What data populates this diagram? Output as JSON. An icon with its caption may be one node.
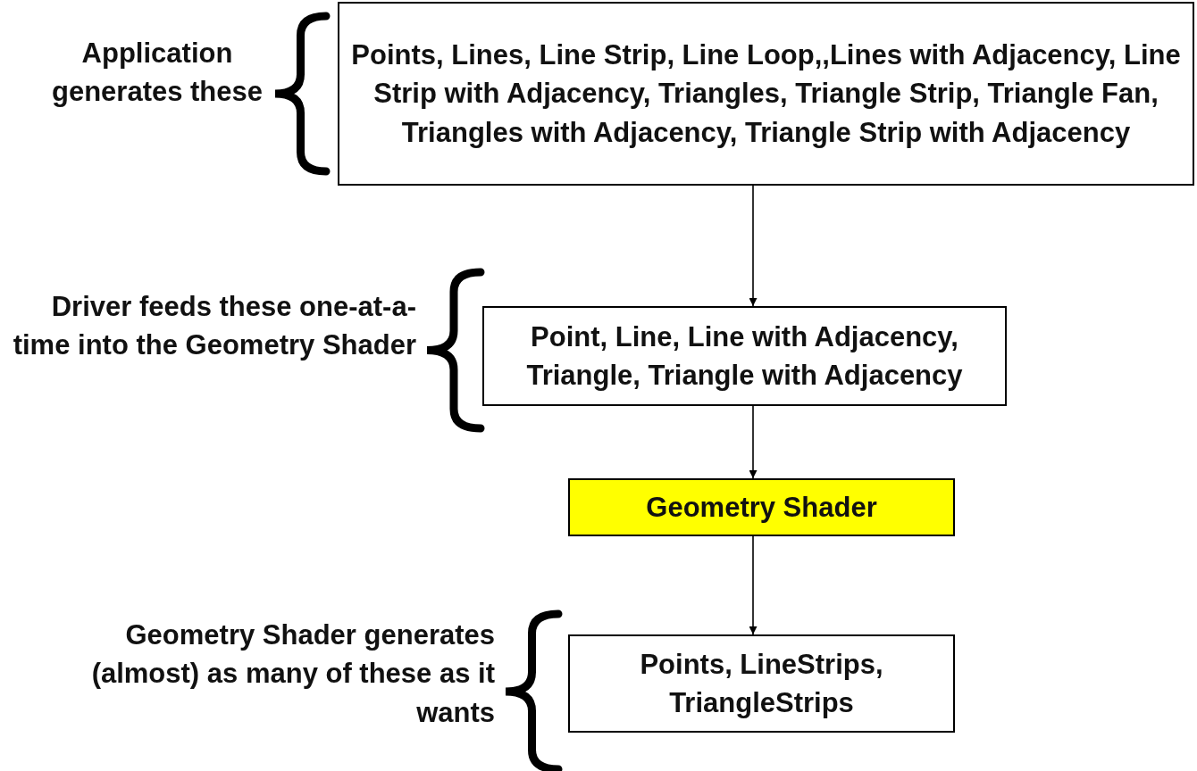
{
  "diagram": {
    "nodes": [
      {
        "text": [
          "Points, Lines, Line Strip, Line Loop,,Lines with Adjacency, Line Strip with Adjacency, Triangles, Triangle Strip, Triangle Fan, Triangles with Adjacency, Triangle Strip with Adjacency"
        ],
        "beside": [
          "Application generates these"
        ]
      },
      {
        "text": [
          "Point, Line, Line with Adjacency, Triangle, Triangle with Adjacency"
        ],
        "beside": [
          "Driver feeds these one-at-a-time into the Geometry Shader"
        ]
      },
      {
        "text": [
          "Geometry Shader"
        ]
      },
      {
        "text": [
          "Points, LineStrips, TriangleStrips"
        ],
        "beside": [
          "Geometry Shader generates (almost) as many of these as it wants"
        ]
      }
    ],
    "edges": [
      {
        "from": 0,
        "to": 1,
        "arrow": "to"
      },
      {
        "from": 1,
        "to": 2,
        "arrow": "to"
      },
      {
        "from": 2,
        "to": 3,
        "arrow": "to"
      }
    ]
  }
}
